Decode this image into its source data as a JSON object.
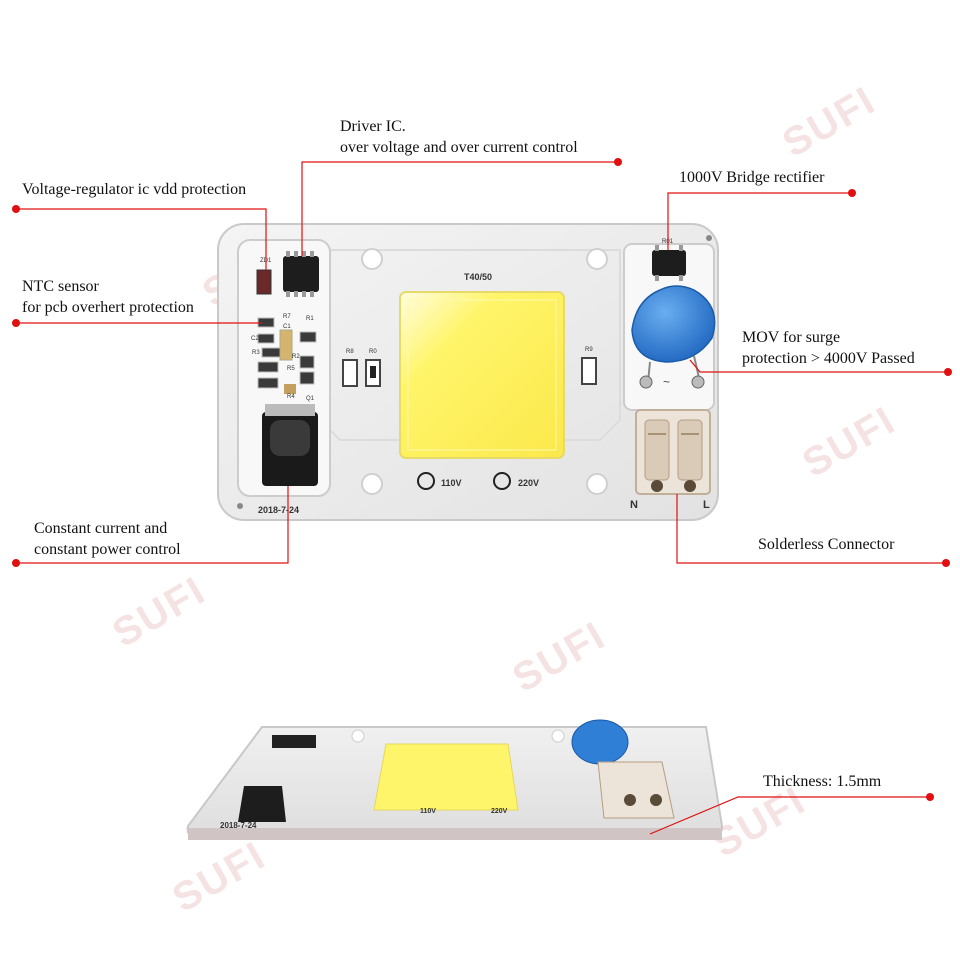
{
  "annotations": {
    "driver_ic": [
      "Driver IC.",
      "over voltage and over current control"
    ],
    "voltage_regulator": "Voltage-regulator ic vdd protection",
    "ntc_sensor": [
      "NTC sensor",
      "for pcb overhert protection"
    ],
    "bridge_rectifier": "1000V Bridge rectifier",
    "mov": [
      "MOV for surge",
      "protection > 4000V Passed"
    ],
    "constant_current": [
      "Constant current and",
      "constant power control"
    ],
    "solderless_connector": "Solderless Connector",
    "thickness": "Thickness: 1.5mm"
  },
  "board": {
    "model": "T40/50",
    "date": "2018-7-24",
    "v110": "110V",
    "v220": "220V",
    "terminal_n": "N",
    "terminal_l": "L",
    "silk_labels": [
      "ZD1",
      "R7",
      "C1",
      "C2",
      "R1",
      "R3",
      "R2",
      "R5",
      "R4",
      "Q1",
      "R8",
      "R0",
      "R9",
      "R01"
    ]
  },
  "watermark": "SUFI",
  "colors": {
    "leader_line": "#e01010",
    "led_yellow": "#fff56a",
    "pcb_white": "#eeeeee",
    "mov_blue": "#2f7fd6"
  }
}
